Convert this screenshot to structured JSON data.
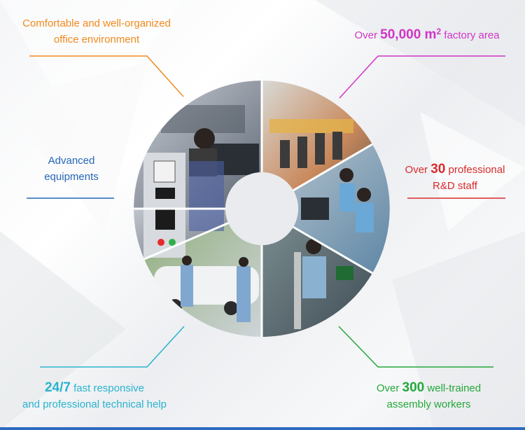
{
  "colors": {
    "orange": "#f08a1e",
    "magenta": "#d035c8",
    "blue": "#2466b8",
    "red": "#d92b2b",
    "cyan": "#2ab3cf",
    "green": "#24a83a"
  },
  "features": {
    "office": {
      "line1": "Comfortable and well-organized",
      "line2": "office environment"
    },
    "factory": {
      "pre": "Over ",
      "num": "50,000 m",
      "sup": "2",
      "post": " factory area"
    },
    "equip": {
      "line1": "Advanced",
      "line2": "equipments"
    },
    "rd": {
      "pre": "Over ",
      "num": "30",
      "post": " professional",
      "line2": "R&D staff"
    },
    "support": {
      "num": "24/7",
      "post": " fast responsive",
      "line2": "and professional technical help"
    },
    "workers": {
      "pre": "Over ",
      "num": "300",
      "post": " well-trained",
      "line2": "assembly workers"
    }
  }
}
